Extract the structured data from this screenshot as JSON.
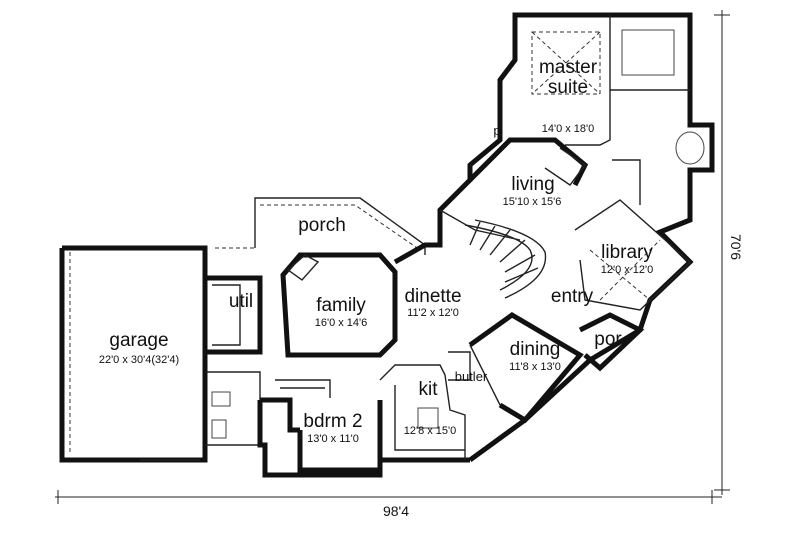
{
  "rooms": {
    "master_suite": {
      "name_line1": "master",
      "name_line2": "suite",
      "size": "14'0 x 18'0"
    },
    "living": {
      "name": "living",
      "size": "15'10 x 15'6"
    },
    "library": {
      "name": "library",
      "size": "12'0 x 12'0"
    },
    "porch": {
      "name": "porch"
    },
    "family": {
      "name": "family",
      "size": "16'0 x 14'6"
    },
    "dinette": {
      "name": "dinette",
      "size": "11'2 x 12'0"
    },
    "entry": {
      "name": "entry"
    },
    "garage": {
      "name": "garage",
      "size": "22'0 x 30'4(32'4)"
    },
    "util": {
      "name": "util"
    },
    "dining": {
      "name": "dining",
      "size": "11'8 x 13'0"
    },
    "por": {
      "name": "por"
    },
    "butler": {
      "name": "butler"
    },
    "kit": {
      "name": "kit",
      "size": "12'8 x 15'0"
    },
    "bdrm2": {
      "name": "bdrm 2",
      "size": "13'0 x 11'0"
    },
    "p": {
      "name": "p"
    }
  },
  "dimensions": {
    "width": "98'4",
    "depth": "70'6"
  }
}
